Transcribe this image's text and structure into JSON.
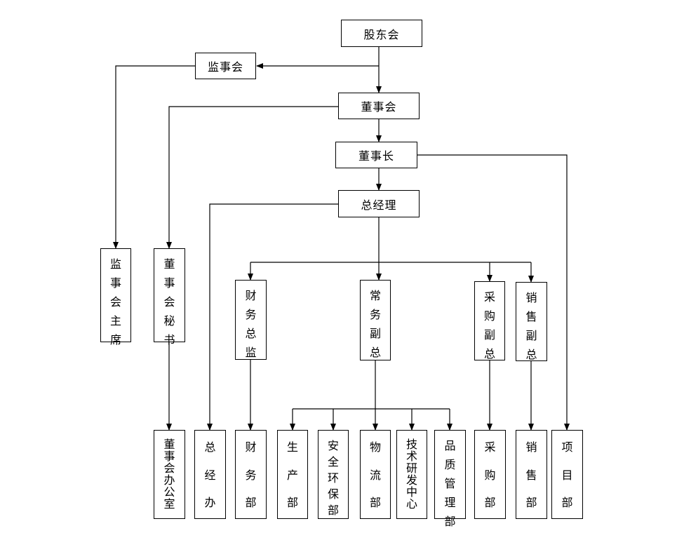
{
  "nodes": {
    "shareholders": "股东会",
    "supervisory_board": "监事会",
    "board": "董事会",
    "chairman": "董事长",
    "general_manager": "总经理",
    "supervisor_chair": "监事会主席",
    "board_secretary": "董事会秘书",
    "cfo": "财务总监",
    "executive_vp": "常务副总",
    "procurement_vp": "采购副总",
    "sales_vp": "销售副总",
    "board_office": "董事会办公室",
    "gm_office": "总经办",
    "finance_dept": "财务部",
    "production_dept": "生产部",
    "safety_env_dept": "安全环保部",
    "logistics_dept": "物流部",
    "tech_center": "技术研发中心",
    "quality_dept": "品质管理部",
    "procurement_dept": "采购部",
    "sales_dept": "销售部",
    "project_dept": "项目部"
  }
}
